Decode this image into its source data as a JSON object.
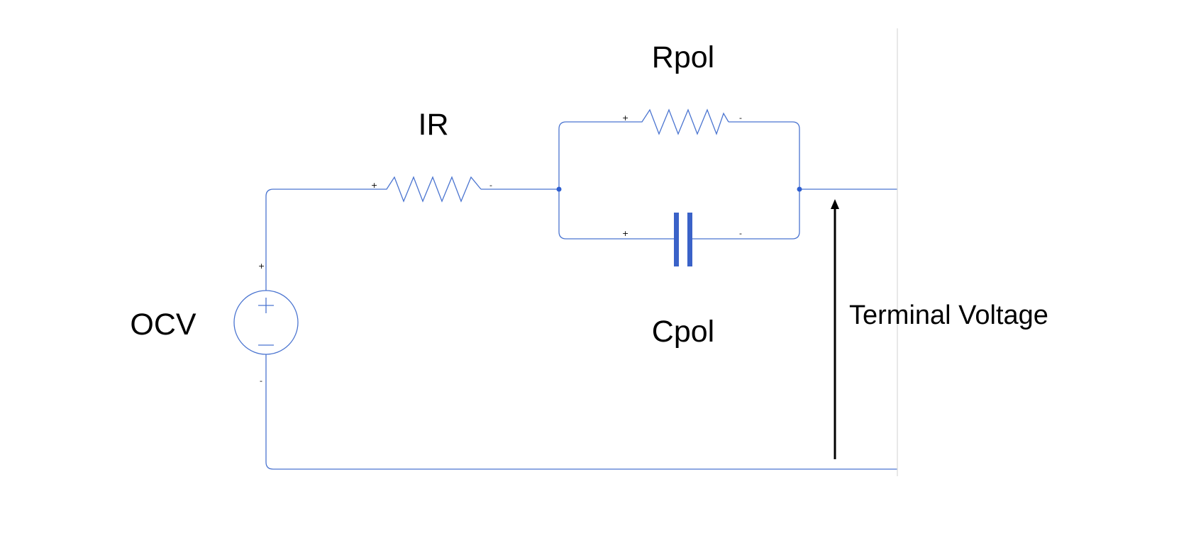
{
  "labels": {
    "ir": "IR",
    "rpol": "Rpol",
    "cpol": "Cpol",
    "ocv": "OCV",
    "terminal_voltage": "Terminal Voltage"
  },
  "polarity": {
    "plus": "+",
    "minus": "-"
  },
  "colors": {
    "wire": "#4a74d0",
    "capacitor_plate": "#3a62c8",
    "junction": "#2f5fd0",
    "arrow": "#000000",
    "text": "#000000"
  },
  "components": [
    {
      "name": "IR",
      "type": "resistor"
    },
    {
      "name": "Rpol",
      "type": "resistor"
    },
    {
      "name": "Cpol",
      "type": "capacitor"
    },
    {
      "name": "OCV",
      "type": "voltage-source"
    }
  ]
}
